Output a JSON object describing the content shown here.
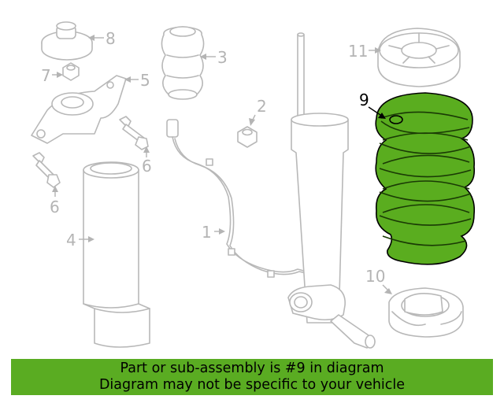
{
  "diagram": {
    "callouts": {
      "c1": "1",
      "c2": "2",
      "c3": "3",
      "c4": "4",
      "c5": "5",
      "c6a": "6",
      "c6b": "6",
      "c7": "7",
      "c8": "8",
      "c9": "9",
      "c10": "10",
      "c11": "11"
    },
    "highlight_part": "9",
    "colors": {
      "highlight": "#5aad1f",
      "line_art": "#b8b8b8",
      "banner": "#5aac22"
    }
  },
  "banner": {
    "line1": "Part or sub-assembly is #9 in diagram",
    "line2": "Diagram may not be specific to your vehicle"
  }
}
